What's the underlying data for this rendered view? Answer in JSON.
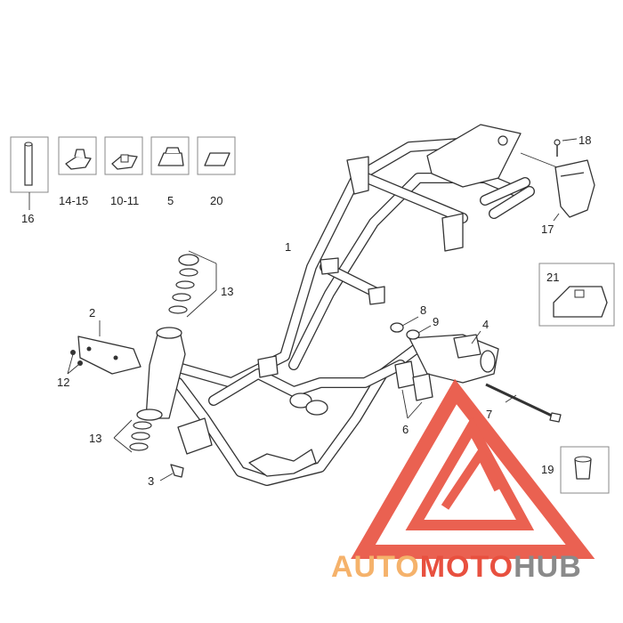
{
  "labels": {
    "l1": "1",
    "l2": "2",
    "l3": "3",
    "l4": "4",
    "l5": "5",
    "l6": "6",
    "l7": "7",
    "l8": "8",
    "l9": "9",
    "l10_11": "10-11",
    "l12": "12",
    "l13_top": "13",
    "l13_bottom": "13",
    "l14_15": "14-15",
    "l16": "16",
    "l17": "17",
    "l18": "18",
    "l19": "19",
    "l20": "20",
    "l21": "21"
  },
  "watermark": {
    "part1": "AUTO",
    "part2": "MOTO",
    "part3": "HUB",
    "color_orange": "#f5b26b",
    "color_red": "#e8503f",
    "color_gray": "#8a8a8a"
  }
}
